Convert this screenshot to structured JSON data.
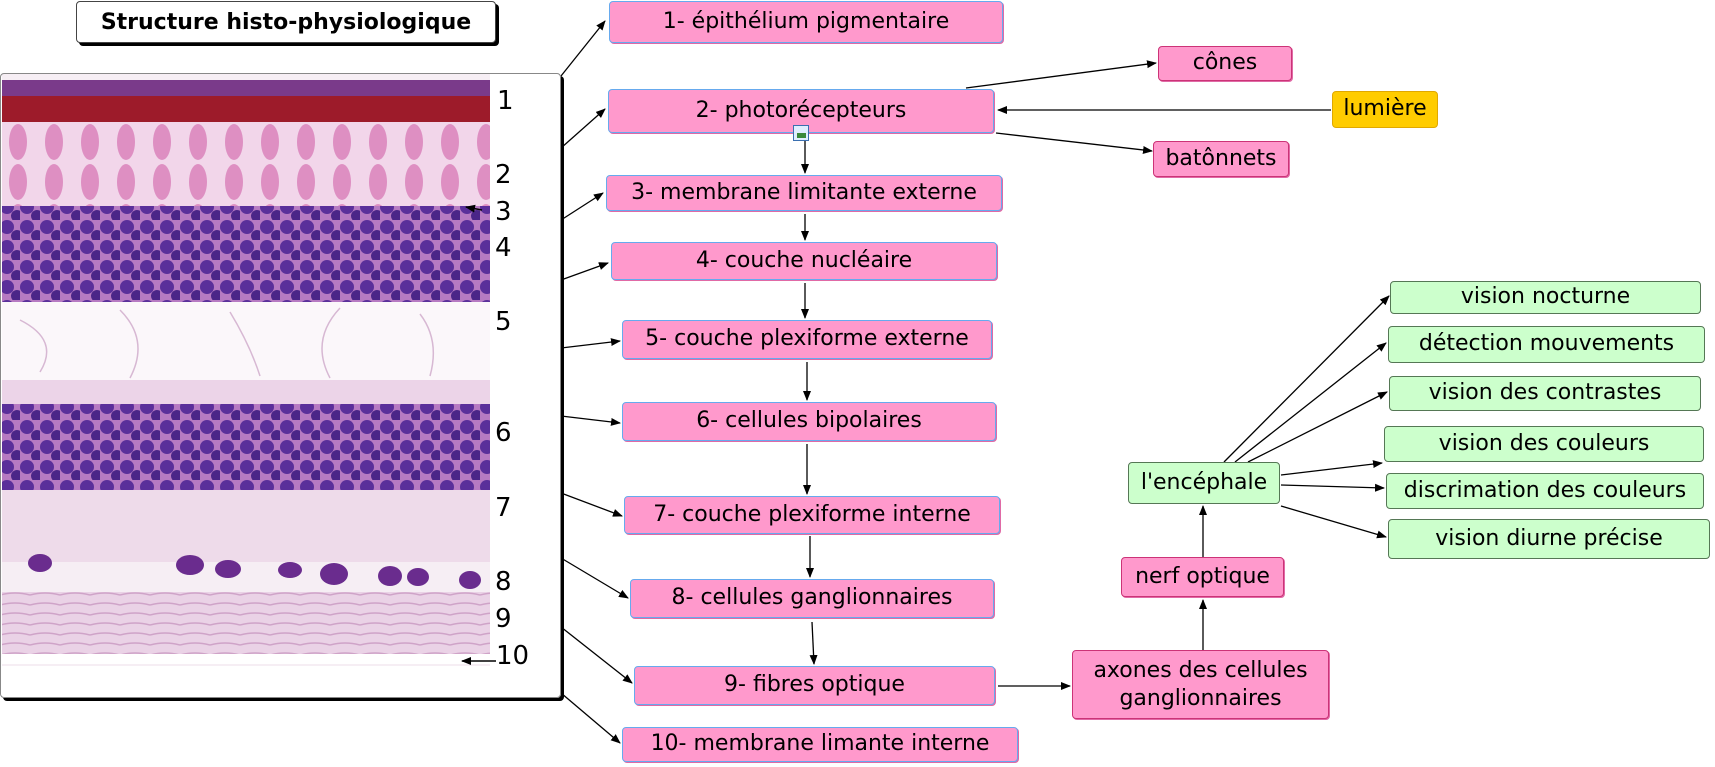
{
  "title": "Structure histo-physiologique",
  "layer_numbers": [
    "1",
    "2",
    "3",
    "4",
    "5",
    "6",
    "7",
    "8",
    "9",
    "10"
  ],
  "layers": [
    "1- épithélium pigmentaire",
    "2- photorécepteurs",
    "3- membrane limitante externe",
    "4- couche nucléaire",
    "5- couche plexiforme externe",
    "6- cellules bipolaires",
    "7- couche plexiforme interne",
    "8- cellules ganglionnaires",
    "9- fibres optique",
    "10- membrane limante interne"
  ],
  "photoreceptors": {
    "cones": "cônes",
    "rods": "batônnets",
    "light": "lumière"
  },
  "pathway": {
    "axons": "axones des cellules ganglionnaires",
    "nerve": "nerf optique",
    "brain": "l'encéphale"
  },
  "functions": [
    "vision nocturne",
    "détection mouvements",
    "vision des contrastes",
    "vision des couleurs",
    "discrimation des couleurs",
    "vision diurne précise"
  ],
  "colors": {
    "layer_fill": "#ff99cc",
    "function_fill": "#ccffcc",
    "light_fill": "#ffcc00"
  },
  "icons": {
    "attachment": "image-attachment-icon"
  }
}
